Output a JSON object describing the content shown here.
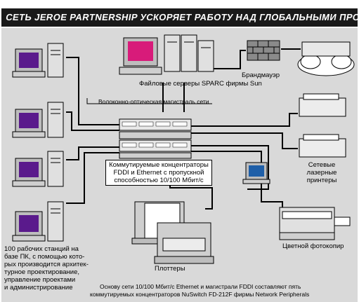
{
  "title": "СЕТЬ JEROE PARTNERSHIP УСКОРЯЕТ РАБОТУ НАД ГЛОБАЛЬНЫМИ ПРОЕКТАМИ",
  "labels": {
    "file_servers": "Файловые серверы SPARC фирмы Sun",
    "firewall": "Брандмауэр",
    "fiber_backbone": "Волоконно-оптическая магистраль сети",
    "hubs_line1": "Коммутируемые концентраторы",
    "hubs_line2": "FDDI и Ethernet с пропускной",
    "hubs_line3": "способностью 10/100 Мбит/с",
    "network_printers_1": "Сетевые",
    "network_printers_2": "лазерные",
    "network_printers_3": "принтеры",
    "workstations_1": "100 рабочих станций на",
    "workstations_2": "базе ПК, с помощью кото-",
    "workstations_3": "рых производится архитек-",
    "workstations_4": "турное проектирование,",
    "workstations_5": "управление проектами",
    "workstations_6": "и администрирование",
    "plotters": "Плоттеры",
    "color_copier": "Цветной фотокопир",
    "footer_line1": "Основу сети 10/100 Мбит/с Ethernet и магистрали FDDI составляют пять",
    "footer_line2": "коммутируемых концентраторов NuSwitch FD-212F фирмы Network Peripherals"
  },
  "colors": {
    "background": "#d9d9d9",
    "title_bar": "#1a1a1a",
    "screen_purple": "#5a1a8c",
    "screen_magenta": "#d81b7a",
    "screen_blue": "#1f5fa8",
    "firewall_brick": "#8a8a8a"
  }
}
